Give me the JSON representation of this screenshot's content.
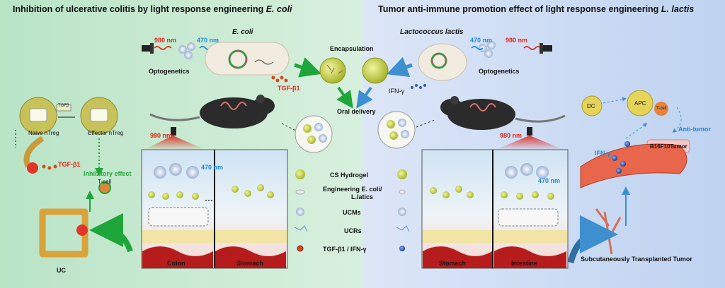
{
  "titles": {
    "left_prefix": "Inhibition of ulcerative colitis by light response engineering",
    "left_species": "E. coli",
    "right_prefix": "Tumor anti-immune promotion effect of light response engineering",
    "right_species": "L. lactis"
  },
  "bacteria": {
    "left_name": "E. coli",
    "right_name": "Lactococcus lactis"
  },
  "light": {
    "nm980": "980 nm",
    "nm470": "470 nm",
    "optogenetics": "Optogenetics"
  },
  "process": {
    "encapsulation": "Encapsulation",
    "oral_delivery": "Oral delivery",
    "tgf": "TGF-β1",
    "ifn": "IFN-γ"
  },
  "left_cells": {
    "naive": "Naive nTreg",
    "effector": "Effector nTreg",
    "tgfb_tag": "TGFβ",
    "tgf_label": "TGF-β1",
    "inhibitory": "Inhibitory effect",
    "tcell": "T-cell",
    "uc": "UC"
  },
  "panels": {
    "colon": "Colon",
    "stomach": "Stomach",
    "intestine": "Intestine"
  },
  "legend": {
    "hydrogel": "CS Hydrogel",
    "engineering_line1": "Engineering E. coli/",
    "engineering_line2": "L.latics",
    "ucms": "UCMs",
    "ucrs": "UCRs",
    "tgf_ifn": "TGF-β1 / IFN-γ"
  },
  "tumor": {
    "dc": "DC",
    "apc": "APC",
    "tcell": "T-cell",
    "anti_tumor": "Anti-tumor",
    "b16": "B16F10Tumor",
    "ifn": "IFN-γ",
    "transplanted": "Subcutaneously Transplanted Tumor"
  },
  "colors": {
    "left_bg": "#c9ead3",
    "right_bg": "#cfdcf4",
    "red_light": "#e0261b",
    "blue_light": "#1e88d8",
    "green_arrow": "#1fa63a",
    "tissue_red": "#b71c1c"
  }
}
